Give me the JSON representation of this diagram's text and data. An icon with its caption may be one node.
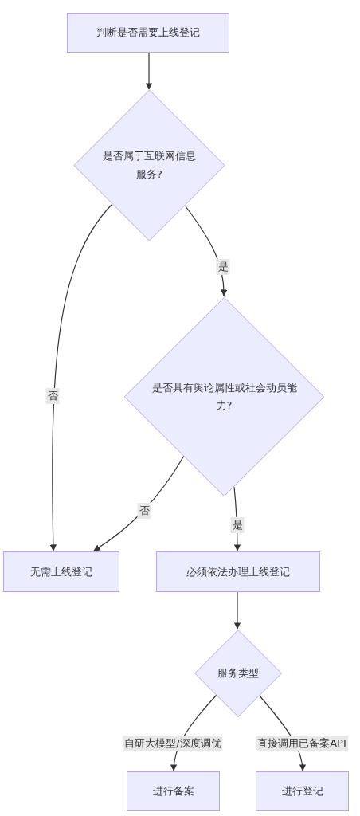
{
  "diagram": {
    "nodes": [
      {
        "text": [
          "判断是否需要上线登记"
        ]
      },
      {
        "text": [
          "是否属于互联网信息服务?"
        ]
      },
      {
        "text": [
          "是否具有舆论属性或社会动员能力?"
        ]
      },
      {
        "text": [
          "无需上线登记"
        ]
      },
      {
        "text": [
          "必须依法办理上线登记"
        ]
      },
      {
        "text": [
          "服务类型"
        ]
      },
      {
        "text": [
          "进行备案"
        ]
      },
      {
        "text": [
          "进行登记"
        ]
      }
    ],
    "edges": [
      {
        "from": 0,
        "to": 1,
        "arrow": "to"
      },
      {
        "from": 1,
        "to": 3,
        "arrow": "to",
        "label": "否"
      },
      {
        "from": 1,
        "to": 2,
        "arrow": "to",
        "label": "是"
      },
      {
        "from": 2,
        "to": 3,
        "arrow": "to",
        "label": "否"
      },
      {
        "from": 2,
        "to": 4,
        "arrow": "to",
        "label": "是"
      },
      {
        "from": 4,
        "to": 5,
        "arrow": "to"
      },
      {
        "from": 5,
        "to": 6,
        "arrow": "to",
        "label": "自研大模型/深度调优"
      },
      {
        "from": 5,
        "to": 7,
        "arrow": "to",
        "label": "直接调用已备案API"
      }
    ]
  }
}
